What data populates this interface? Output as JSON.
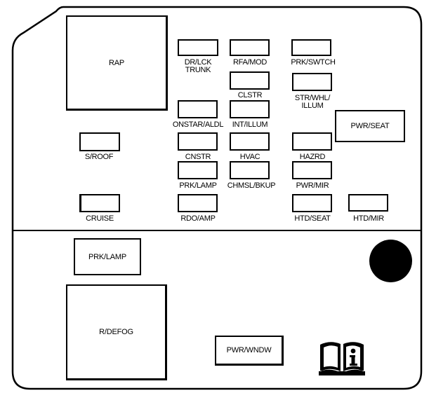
{
  "diagram": {
    "title": "",
    "colors": {
      "line": "#000000",
      "background": "#ffffff",
      "grommet": "#000000"
    },
    "upper_section": {
      "relays": [
        {
          "id": "rap",
          "label": "RAP"
        },
        {
          "id": "pwr-seat",
          "label": "PWR/SEAT"
        }
      ],
      "fuses": [
        {
          "id": "dr-lck-trunk",
          "label_lines": [
            "DR/LCK",
            "TRUNK"
          ]
        },
        {
          "id": "rfa-mod",
          "label_lines": [
            "RFA/MOD"
          ]
        },
        {
          "id": "prk-swtch",
          "label_lines": [
            "PRK/SWTCH"
          ]
        },
        {
          "id": "clstr",
          "label_lines": [
            "CLSTR"
          ]
        },
        {
          "id": "str-whl-illum",
          "label_lines": [
            "STR/WHL/",
            "ILLUM"
          ]
        },
        {
          "id": "onstar-aldl",
          "label_lines": [
            "ONSTAR/ALDL"
          ]
        },
        {
          "id": "int-illum",
          "label_lines": [
            "INT/ILLUM"
          ]
        },
        {
          "id": "s-roof",
          "label_lines": [
            "S/ROOF"
          ]
        },
        {
          "id": "cnstr",
          "label_lines": [
            "CNSTR"
          ]
        },
        {
          "id": "hvac",
          "label_lines": [
            "HVAC"
          ]
        },
        {
          "id": "hazrd",
          "label_lines": [
            "HAZRD"
          ]
        },
        {
          "id": "prk-lamp-fuse",
          "label_lines": [
            "PRK/LAMP"
          ]
        },
        {
          "id": "chmsl-bkup",
          "label_lines": [
            "CHMSL/BKUP"
          ]
        },
        {
          "id": "pwr-mir",
          "label_lines": [
            "PWR/MIR"
          ]
        },
        {
          "id": "cruise",
          "label_lines": [
            "CRUISE"
          ]
        },
        {
          "id": "rdo-amp",
          "label_lines": [
            "RDO/AMP"
          ]
        },
        {
          "id": "htd-seat",
          "label_lines": [
            "HTD/SEAT"
          ]
        },
        {
          "id": "htd-mir",
          "label_lines": [
            "HTD/MIR"
          ]
        }
      ]
    },
    "lower_section": {
      "relays": [
        {
          "id": "prk-lamp-relay",
          "label": "PRK/LAMP"
        },
        {
          "id": "r-defog",
          "label": "R/DEFOG"
        },
        {
          "id": "pwr-wndw",
          "label": "PWR/WNDW"
        }
      ],
      "symbols": [
        {
          "id": "grommet",
          "icon": "filled-circle"
        },
        {
          "id": "owner-manual",
          "icon": "book-info-icon"
        }
      ]
    }
  }
}
